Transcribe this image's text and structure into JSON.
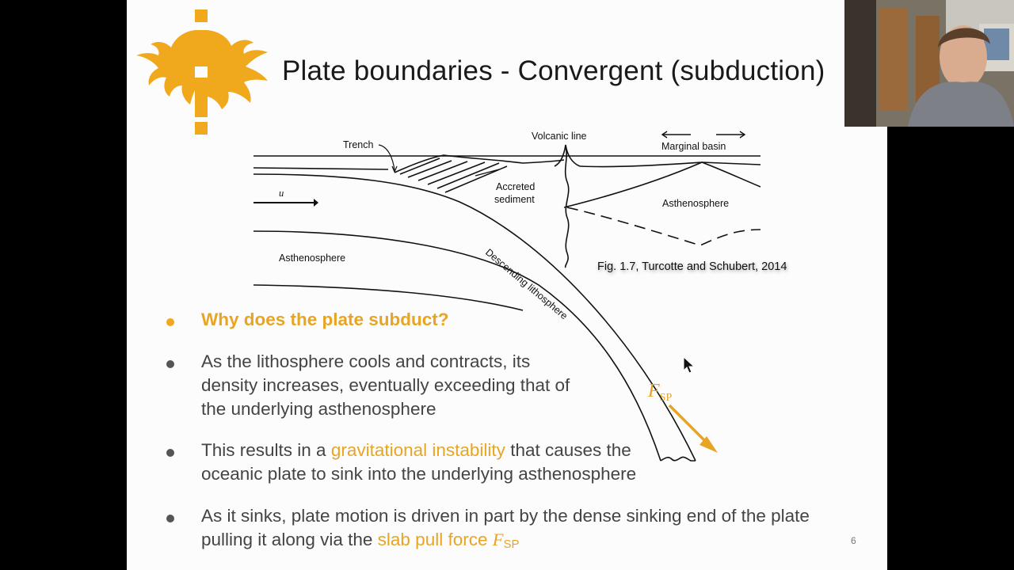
{
  "slide": {
    "title": "Plate boundaries - Convergent (subduction)",
    "page_number": "6"
  },
  "figure": {
    "labels": {
      "trench": "Trench",
      "volcanic_line": "Volcanic line",
      "marginal_basin": "Marginal basin",
      "accreted": "Accreted",
      "sediment": "sediment",
      "u": "u",
      "asthenosphere_right": "Asthenosphere",
      "asthenosphere_left": "Asthenosphere",
      "descending": "Descending lithosphere"
    },
    "caption": "Fig. 1.7, Turcotte and Schubert, 2014",
    "force_label_main": "F",
    "force_label_sub": "SP"
  },
  "bullets": [
    {
      "text": "Why does the plate subduct?"
    },
    {
      "line1": "As the lithosphere cools and contracts, its",
      "line2": "density increases, eventually exceeding that of",
      "line3": "the underlying asthenosphere"
    },
    {
      "pre": "This results in a ",
      "highlight": "gravitational instability",
      "post": " that causes the",
      "line2": "oceanic plate to sink into the underlying asthenosphere"
    },
    {
      "line1": "As it sinks, plate motion is driven in part by the dense sinking end of the plate",
      "pre2": "pulling it along via the ",
      "highlight": "slab pull force ",
      "math_main": "F",
      "math_sub": "SP"
    }
  ],
  "colors": {
    "accent": "#e8a524",
    "logo": "#f0a81d",
    "text": "#444444"
  }
}
